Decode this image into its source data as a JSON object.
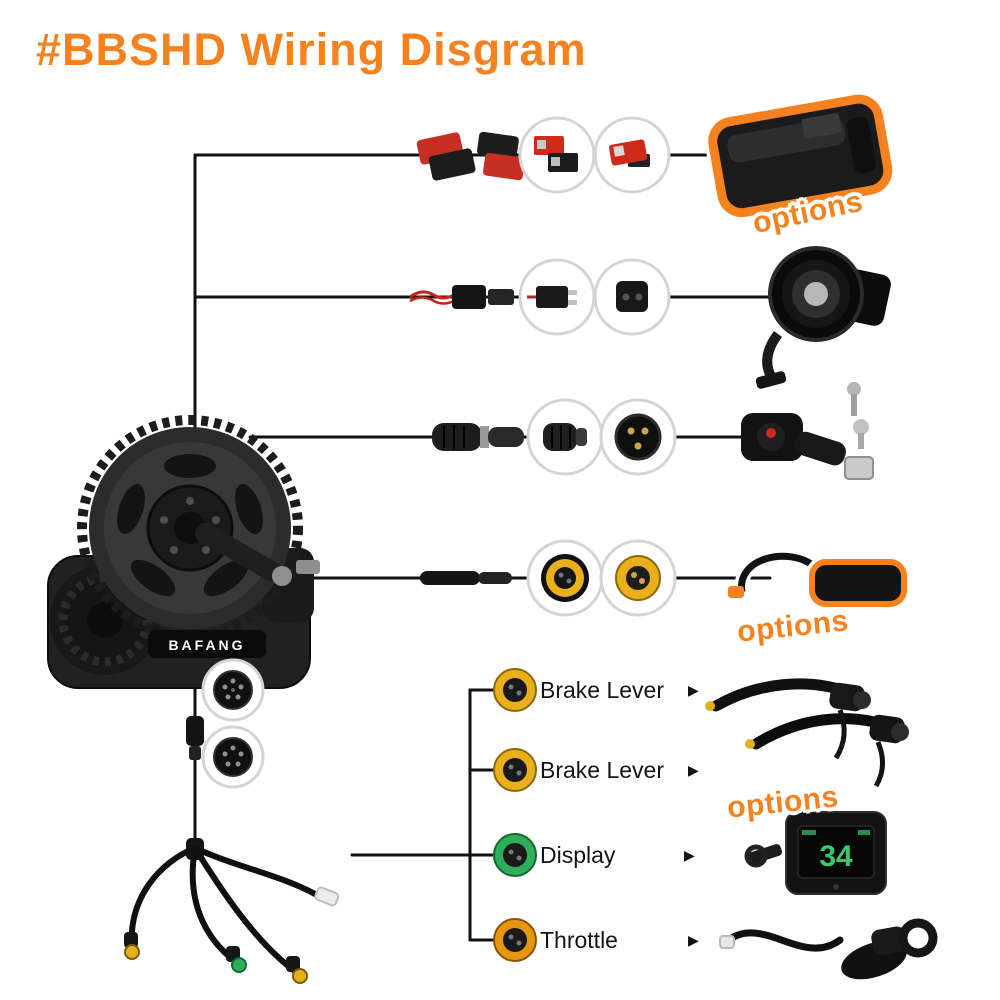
{
  "title": "#BBSHD Wiring Disgram",
  "accent_color": "#F6821F",
  "motor": {
    "brand": "BAFANG"
  },
  "badges": {
    "label": "options"
  },
  "ui": {
    "arrow": "▶"
  },
  "branches": [
    {
      "label": "Brake Lever",
      "connector_color": "#E9B01C"
    },
    {
      "label": "Brake Lever",
      "connector_color": "#E9B01C"
    },
    {
      "label": "Display",
      "connector_color": "#2FAE5A"
    },
    {
      "label": "Throttle",
      "connector_color": "#E8960F"
    }
  ],
  "display_unit": {
    "value": "34"
  }
}
